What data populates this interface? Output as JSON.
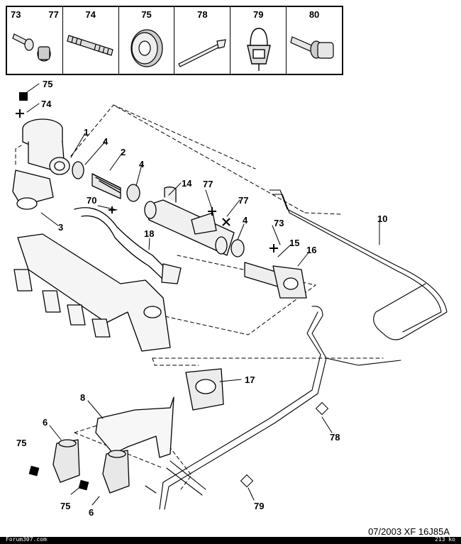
{
  "legend": [
    {
      "left": "73",
      "right": "77",
      "icon": "bolt-with-nut-icon"
    },
    {
      "center": "74",
      "icon": "stud-icon"
    },
    {
      "center": "75",
      "icon": "washer-icon"
    },
    {
      "center": "78",
      "icon": "cable-tie-icon"
    },
    {
      "center": "79",
      "icon": "clip-icon"
    },
    {
      "center": "80",
      "icon": "flange-bolt-icon"
    }
  ],
  "callouts": [
    "75",
    "74",
    "1",
    "4",
    "2",
    "4",
    "14",
    "77",
    "77",
    "70",
    "3",
    "18",
    "10",
    "73",
    "4",
    "15",
    "16",
    "17",
    "8",
    "6",
    "75",
    "75",
    "6",
    "78",
    "79"
  ],
  "footer": {
    "code": "07/2003   XF  16J85A",
    "site": "Forum307.com",
    "size": "213 ko"
  }
}
